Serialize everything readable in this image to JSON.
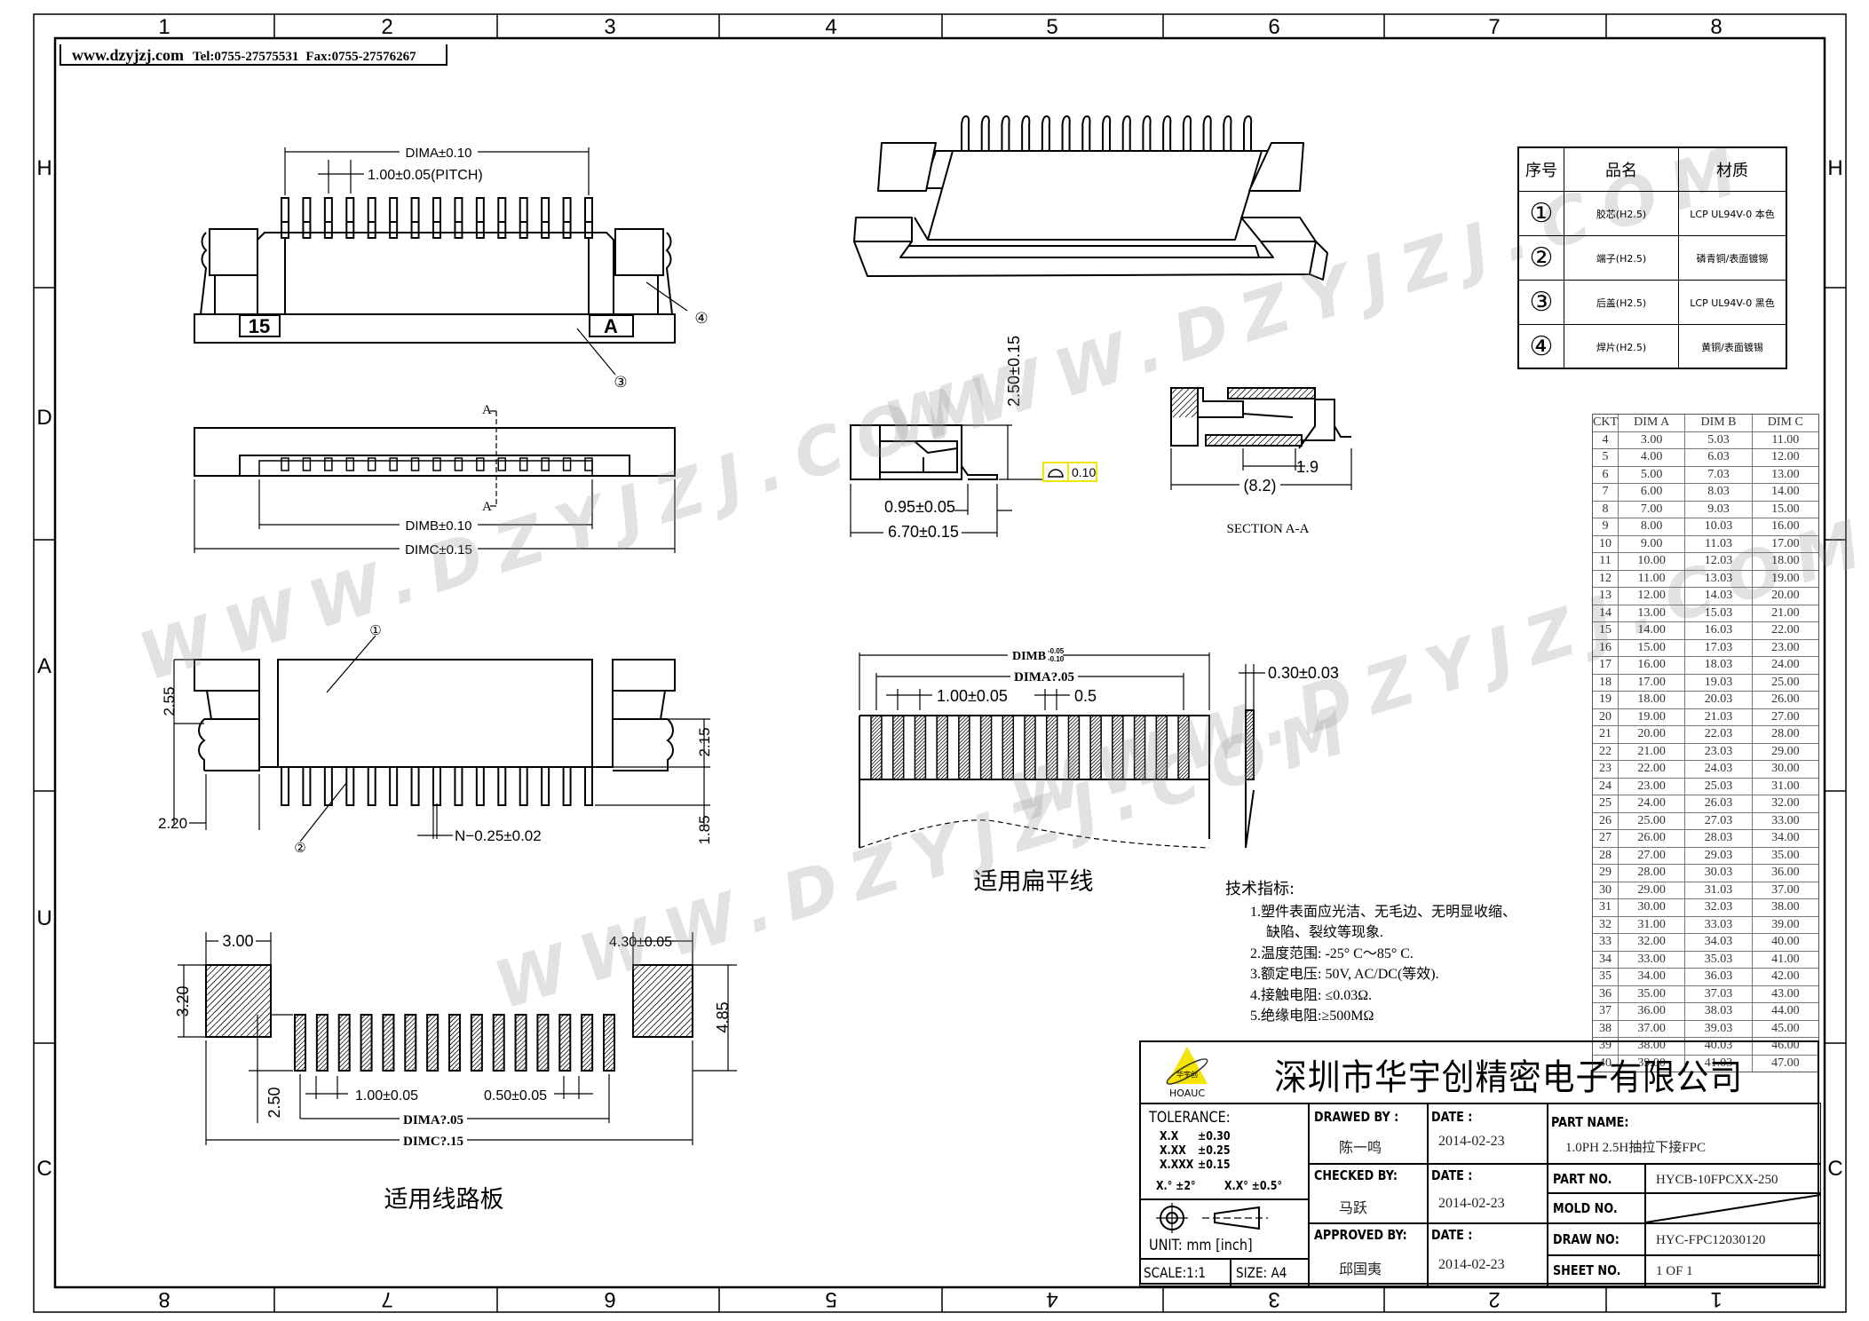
{
  "header": {
    "website": "www.dzyjzj.com",
    "tel": "Tel:0755-27575531",
    "fax": "Fax:0755-27576267"
  },
  "frame": {
    "top_numbers": [
      "1",
      "2",
      "3",
      "4",
      "5",
      "6",
      "7",
      "8"
    ],
    "bottom_numbers": [
      "8",
      "7",
      "6",
      "5",
      "4",
      "3",
      "2",
      "1"
    ],
    "left_letters": [
      "H",
      "D",
      "A",
      "U",
      "C"
    ],
    "right_letters": [
      "H",
      "C"
    ]
  },
  "watermark": "WWW.DZYJZJ.COM",
  "views": {
    "front": {
      "dim_a": "DIMA±0.10",
      "pitch": "1.00±0.05(PITCH)",
      "mark_15": "15",
      "mark_a": "A",
      "callout_4": "④",
      "callout_3": "③"
    },
    "bottom": {
      "section_a_top": "A",
      "section_a_bottom": "A",
      "dim_b": "DIMB±0.10",
      "dim_c": "DIMC±0.15"
    },
    "top": {
      "d255": "2.55",
      "d215": "2.15",
      "d220": "2.20",
      "d185": "1.85",
      "pin_width": "N−0.25±0.02",
      "callout_1": "①",
      "callout_2": "②"
    },
    "pcb": {
      "d300": "3.00",
      "d430": "4.30±0.05",
      "d320": "3.20",
      "d485": "4.85",
      "d250": "2.50",
      "pitch": "1.00±0.05",
      "pad": "0.50±0.05",
      "dim_a": "DIMA?.05",
      "dim_c": "DIMC?.15",
      "caption": "适用线路板"
    },
    "side": {
      "height": "2.50±0.15",
      "flatness_value": "0.10",
      "d095": "0.95±0.05",
      "d670": "6.70±0.15"
    },
    "section": {
      "d19": "1.9",
      "d82": "(8.2)",
      "caption": "SECTION A-A"
    },
    "ffc": {
      "dim_b": "DIMB",
      "dim_b_tol_upper": "-0.05",
      "dim_b_tol_lower": "-0.10",
      "dim_a": "DIMA?.05",
      "pitch": "1.00±0.05",
      "conductor": "0.5",
      "thickness": "0.30±0.03",
      "caption": "适用扁平线"
    }
  },
  "parts_table": {
    "headers": [
      "序号",
      "品名",
      "材质"
    ],
    "rows": [
      {
        "no": "①",
        "name": "胶芯(H2.5)",
        "material": "LCP UL94V-0 本色"
      },
      {
        "no": "②",
        "name": "端子(H2.5)",
        "material": "磷青铜/表面镀锡"
      },
      {
        "no": "③",
        "name": "后盖(H2.5)",
        "material": "LCP UL94V-0 黑色"
      },
      {
        "no": "④",
        "name": "焊片(H2.5)",
        "material": "黄铜/表面镀锡"
      }
    ]
  },
  "dim_table": {
    "headers": [
      "CKT",
      "DIM A",
      "DIM B",
      "DIM C"
    ],
    "rows": [
      [
        "4",
        "3.00",
        "5.03",
        "11.00"
      ],
      [
        "5",
        "4.00",
        "6.03",
        "12.00"
      ],
      [
        "6",
        "5.00",
        "7.03",
        "13.00"
      ],
      [
        "7",
        "6.00",
        "8.03",
        "14.00"
      ],
      [
        "8",
        "7.00",
        "9.03",
        "15.00"
      ],
      [
        "9",
        "8.00",
        "10.03",
        "16.00"
      ],
      [
        "10",
        "9.00",
        "11.03",
        "17.00"
      ],
      [
        "11",
        "10.00",
        "12.03",
        "18.00"
      ],
      [
        "12",
        "11.00",
        "13.03",
        "19.00"
      ],
      [
        "13",
        "12.00",
        "14.03",
        "20.00"
      ],
      [
        "14",
        "13.00",
        "15.03",
        "21.00"
      ],
      [
        "15",
        "14.00",
        "16.03",
        "22.00"
      ],
      [
        "16",
        "15.00",
        "17.03",
        "23.00"
      ],
      [
        "17",
        "16.00",
        "18.03",
        "24.00"
      ],
      [
        "18",
        "17.00",
        "19.03",
        "25.00"
      ],
      [
        "19",
        "18.00",
        "20.03",
        "26.00"
      ],
      [
        "20",
        "19.00",
        "21.03",
        "27.00"
      ],
      [
        "21",
        "20.00",
        "22.03",
        "28.00"
      ],
      [
        "22",
        "21.00",
        "23.03",
        "29.00"
      ],
      [
        "23",
        "22.00",
        "24.03",
        "30.00"
      ],
      [
        "24",
        "23.00",
        "25.03",
        "31.00"
      ],
      [
        "25",
        "24.00",
        "26.03",
        "32.00"
      ],
      [
        "26",
        "25.00",
        "27.03",
        "33.00"
      ],
      [
        "27",
        "26.00",
        "28.03",
        "34.00"
      ],
      [
        "28",
        "27.00",
        "29.03",
        "35.00"
      ],
      [
        "29",
        "28.00",
        "30.03",
        "36.00"
      ],
      [
        "30",
        "29.00",
        "31.03",
        "37.00"
      ],
      [
        "31",
        "30.00",
        "32.03",
        "38.00"
      ],
      [
        "32",
        "31.00",
        "33.03",
        "39.00"
      ],
      [
        "33",
        "32.00",
        "34.03",
        "40.00"
      ],
      [
        "34",
        "33.00",
        "35.03",
        "41.00"
      ],
      [
        "35",
        "34.00",
        "36.03",
        "42.00"
      ],
      [
        "36",
        "35.00",
        "37.03",
        "43.00"
      ],
      [
        "37",
        "36.00",
        "38.03",
        "44.00"
      ],
      [
        "38",
        "37.00",
        "39.03",
        "45.00"
      ],
      [
        "39",
        "38.00",
        "40.03",
        "46.00"
      ],
      [
        "40",
        "39.00",
        "41.03",
        "47.00"
      ]
    ]
  },
  "tech_specs": {
    "title": "技术指标:",
    "items": [
      "1.塑件表面应光洁、无毛边、无明显收缩、",
      "缺陷、裂纹等现象.",
      "2.温度范围: -25° C～85° C.",
      "3.额定电压: 50V, AC/DC(等效).",
      "4.接触电阻: ≤0.03Ω.",
      "5.绝缘电阻:≥500MΩ"
    ]
  },
  "title_block": {
    "logo_text": "HOAUC",
    "logo_cn": "华宇创",
    "company": "深圳市华宇创精密电子有限公司",
    "tolerance_label": "TOLERANCE:",
    "tolerances": [
      {
        "k": "X.X",
        "v": "±0.30"
      },
      {
        "k": "X.XX",
        "v": "±0.25"
      },
      {
        "k": "X.XXX",
        "v": "±0.15"
      }
    ],
    "angle_tol_1": "X.° ±2°",
    "angle_tol_2": "X.X° ±0.5°",
    "unit": "UNIT:  mm  [inch]",
    "scale": "SCALE:1:1",
    "size": "SIZE:  A4",
    "drawed_by_label": "DRAWED  BY :",
    "drawed_by": "陈一鸣",
    "checked_by_label": "CHECKED  BY:",
    "checked_by": "马跃",
    "approved_by_label": "APPROVED  BY:",
    "approved_by": "邱国夷",
    "date_label": "DATE  :",
    "date_drawn": "2014-02-23",
    "date_checked": "2014-02-23",
    "date_approved": "2014-02-23",
    "part_name_label": "PART  NAME:",
    "part_name": "1.0PH 2.5H抽拉下接FPC",
    "part_no_label": "PART  NO.",
    "part_no": "HYCB-10FPCXX-250",
    "mold_no_label": "MOLD  NO.",
    "draw_no_label": "DRAW  NO:",
    "draw_no": "HYC-FPC12030120",
    "sheet_no_label": "SHEET  NO.",
    "sheet_no": "1  OF  1"
  },
  "colors": {
    "ink": "#000000",
    "flatness_box": "#f2e600",
    "watermark": "#969696"
  }
}
